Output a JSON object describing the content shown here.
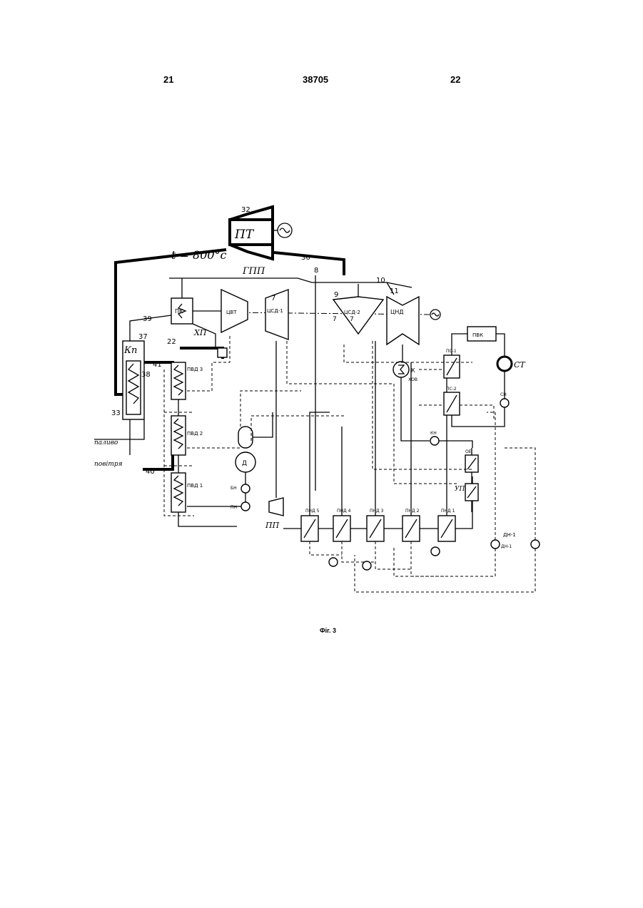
{
  "header": {
    "left_page": "21",
    "patent_number": "38705",
    "right_page": "22"
  },
  "caption": "Фіг. 3",
  "figure": {
    "handwritten": {
      "temperature": "t = 800°c",
      "gpp": "ГПП",
      "pp": "ПП"
    },
    "units": {
      "pt": "ПТ",
      "kp": "Кп",
      "pk": "ПК",
      "hp": "ХП",
      "cvt": "ЦВТ",
      "csd1": "ЦСД-1",
      "csd2": "ЦСД-2",
      "cnd": "ЦНД",
      "pvk": "ПВК",
      "ps1": "ПС-1",
      "ps2": "ПС-2",
      "st": "СТ",
      "sn": "СН",
      "kn": "КН",
      "oe": "ОЕ",
      "up": "УП",
      "k": "К",
      "hov": "ХОВ",
      "d": "Д",
      "bn": "БН",
      "pn": "ПН",
      "pvd1": "ПВД 1",
      "pvd2": "ПВД 2",
      "pvd3": "ПВД 3",
      "pnd5": "ПНД 5",
      "pnd4": "ПНД 4",
      "pnd3": "ПНД 3",
      "pnd2": "ПНД 2",
      "pnd1": "ПНД 1",
      "dn1a": "ДН-1",
      "dn1b": "ДН-1",
      "fuel": "паливо",
      "air": "повітря"
    },
    "numbers": {
      "n32": "32",
      "n36": "36",
      "n8": "8",
      "n10": "10",
      "n11": "11",
      "n9": "9",
      "n7a": "7",
      "n7b": "7",
      "n7c": "7",
      "n39": "39",
      "n37": "37",
      "n22": "22",
      "n41": "41",
      "n38": "38",
      "n33": "33",
      "n40": "40"
    }
  }
}
